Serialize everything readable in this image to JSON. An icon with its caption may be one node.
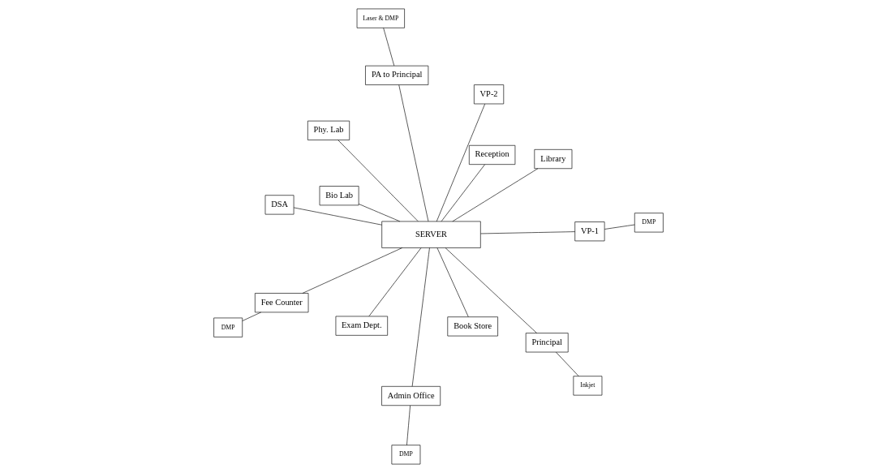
{
  "diagram": {
    "nodes": [
      {
        "text": [
          "Fee Counter"
        ]
      },
      {
        "text": [
          "Reception"
        ]
      },
      {
        "text": [
          "Admin Office"
        ]
      },
      {
        "text": [
          "PA to Principal"
        ]
      },
      {
        "text": [
          "DMP"
        ]
      },
      {
        "text": [
          "Laser & DMP"
        ]
      },
      {
        "text": [
          "DMP"
        ]
      },
      {
        "text": [
          "Inkjet"
        ]
      },
      {
        "text": [
          "Exam Dept."
        ]
      },
      {
        "text": [
          "SERVER"
        ]
      },
      {
        "text": [
          "Principal"
        ]
      },
      {
        "text": [
          "DSA"
        ]
      },
      {
        "text": [
          "Library"
        ]
      },
      {
        "text": [
          "VP-1"
        ]
      },
      {
        "text": [
          "VP-2"
        ]
      },
      {
        "text": [
          "Book Store"
        ]
      },
      {
        "text": [
          "DMP"
        ]
      },
      {
        "text": [
          "Phy. Lab"
        ]
      },
      {
        "text": [
          "Bio Lab"
        ]
      }
    ],
    "edges": [
      {
        "from": 9,
        "to": 0,
        "arrow": "none"
      },
      {
        "from": 9,
        "to": 1,
        "arrow": "none"
      },
      {
        "from": 9,
        "to": 2,
        "arrow": "none"
      },
      {
        "from": 9,
        "to": 3,
        "arrow": "none"
      },
      {
        "from": 9,
        "to": 8,
        "arrow": "none"
      },
      {
        "from": 9,
        "to": 10,
        "arrow": "none"
      },
      {
        "from": 9,
        "to": 11,
        "arrow": "none"
      },
      {
        "from": 9,
        "to": 12,
        "arrow": "none"
      },
      {
        "from": 9,
        "to": 13,
        "arrow": "none"
      },
      {
        "from": 9,
        "to": 14,
        "arrow": "none"
      },
      {
        "from": 9,
        "to": 15,
        "arrow": "none"
      },
      {
        "from": 9,
        "to": 17,
        "arrow": "none"
      },
      {
        "from": 9,
        "to": 18,
        "arrow": "none"
      },
      {
        "from": 0,
        "to": 6,
        "arrow": "none"
      },
      {
        "from": 2,
        "to": 4,
        "arrow": "none"
      },
      {
        "from": 3,
        "to": 5,
        "arrow": "none"
      },
      {
        "from": 10,
        "to": 7,
        "arrow": "none"
      },
      {
        "from": 13,
        "to": 16,
        "arrow": "none"
      }
    ]
  }
}
